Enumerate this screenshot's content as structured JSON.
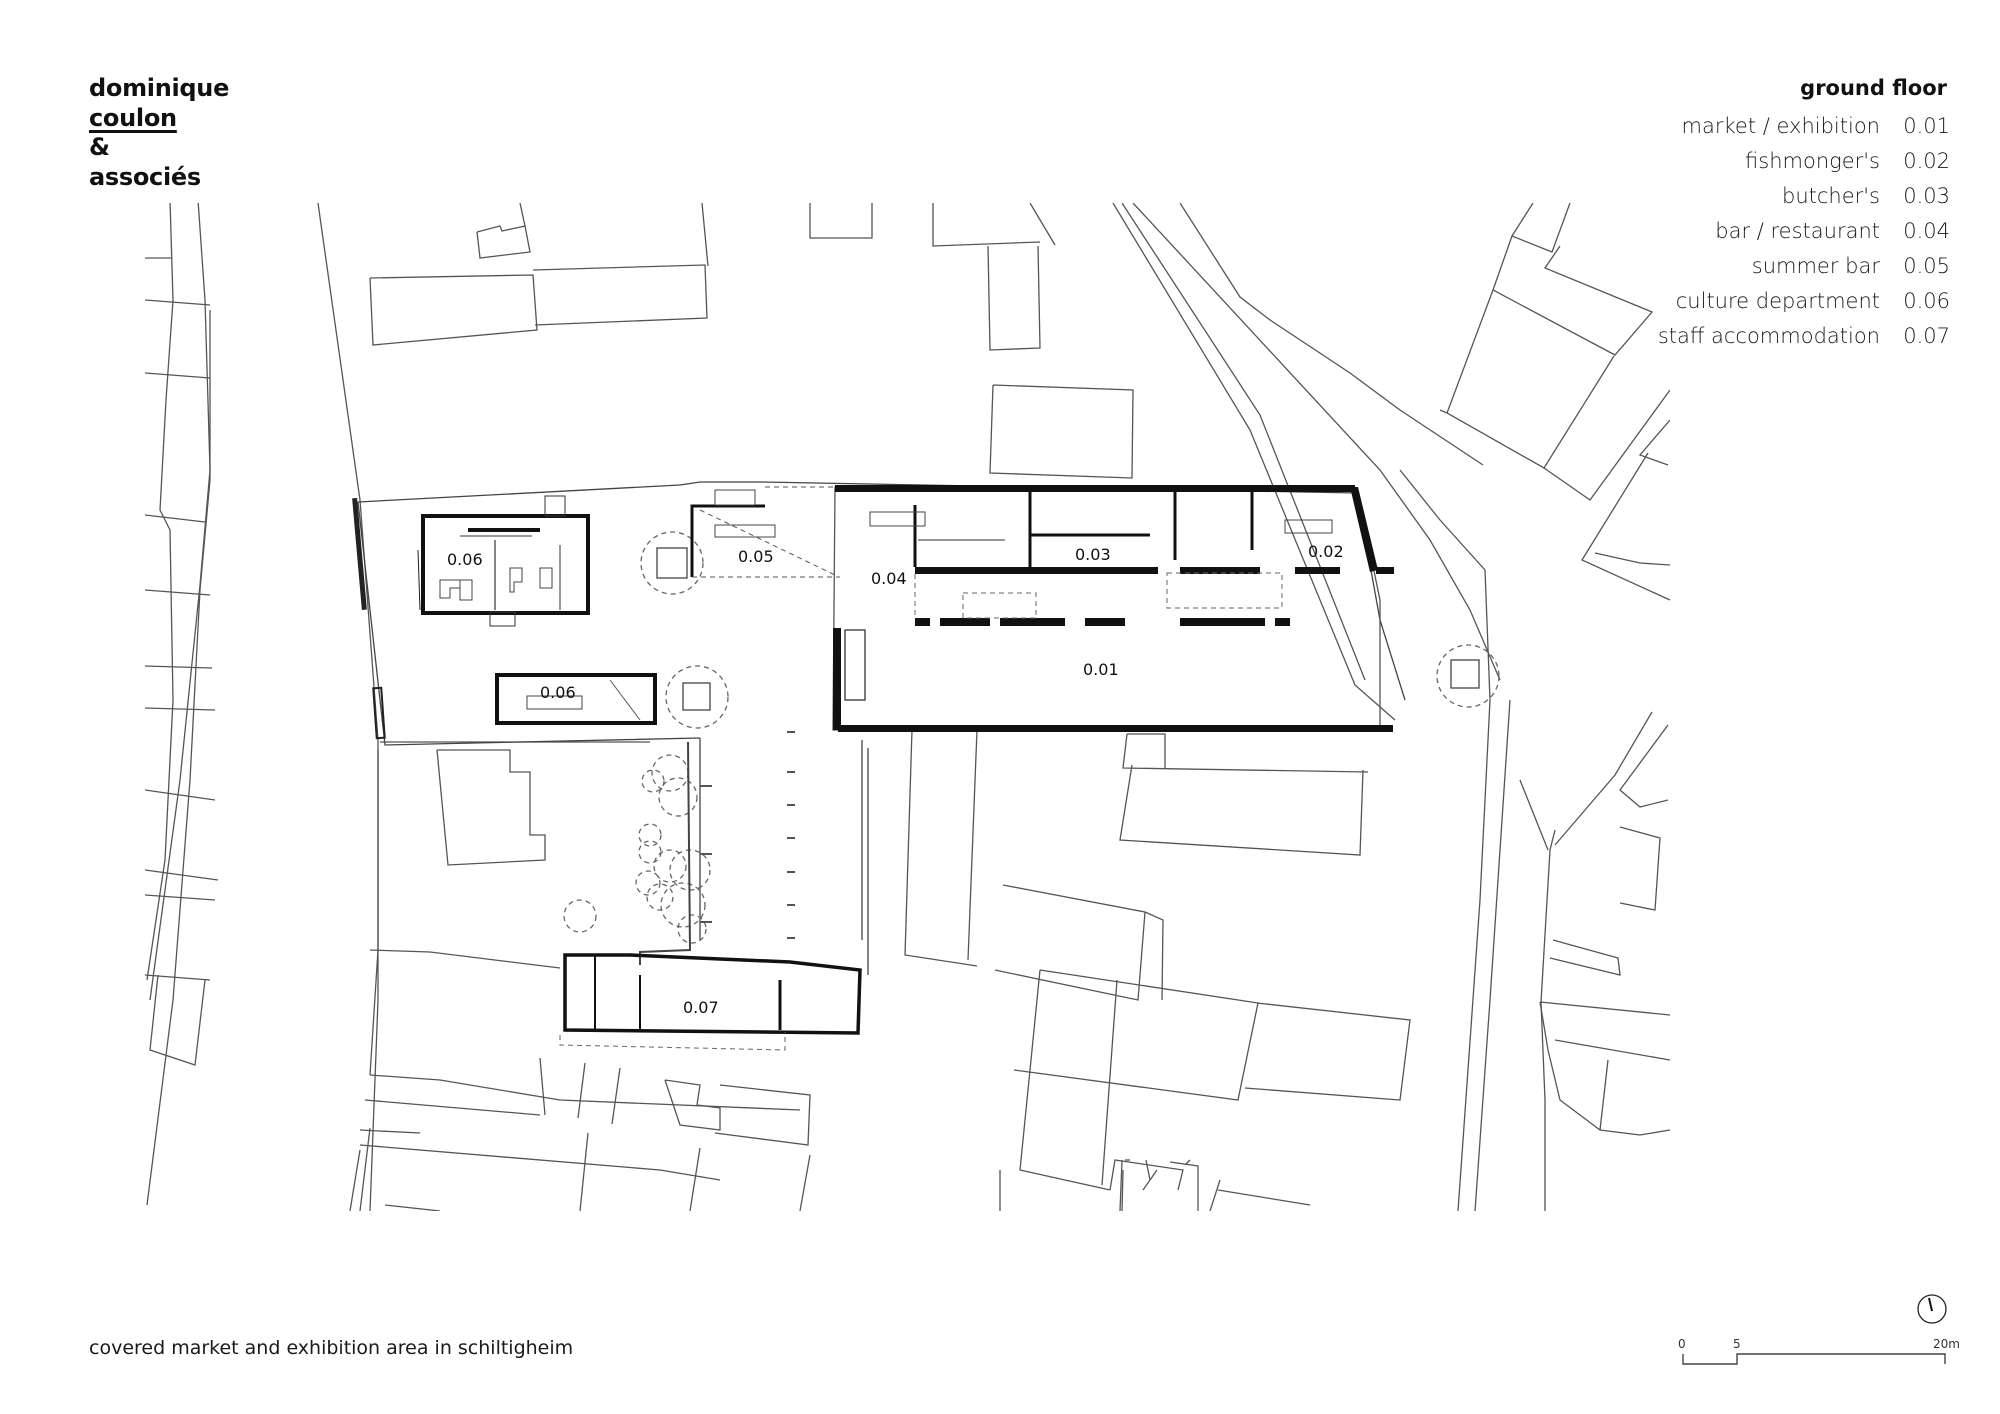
{
  "firm": {
    "lines": [
      "dominique",
      "coulon",
      "&",
      "associés"
    ],
    "underlined_line": "coulon"
  },
  "legend": {
    "title": "ground floor",
    "rooms": [
      {
        "label": "market / exhibition",
        "code": "0.01"
      },
      {
        "label": "fishmonger's",
        "code": "0.02"
      },
      {
        "label": "butcher's",
        "code": "0.03"
      },
      {
        "label": "bar / restaurant",
        "code": "0.04"
      },
      {
        "label": "summer bar",
        "code": "0.05"
      },
      {
        "label": "culture department",
        "code": "0.06"
      },
      {
        "label": "staff accommodation",
        "code": "0.07"
      }
    ]
  },
  "plan_labels": {
    "r001": "0.01",
    "r002": "0.02",
    "r003": "0.03",
    "r004": "0.04",
    "r005": "0.05",
    "r006a": "0.06",
    "r006b": "0.06",
    "r007": "0.07"
  },
  "caption": "covered market and exhibition area in schiltigheim",
  "scale_bar": {
    "ticks": [
      "0",
      "5",
      "20m"
    ]
  },
  "north_arrow": "north-indicator",
  "colors": {
    "line": "#555555",
    "wall": "#111111",
    "background": "#ffffff"
  }
}
